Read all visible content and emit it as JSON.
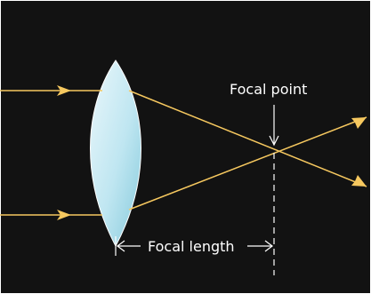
{
  "diagram": {
    "labels": {
      "focal_point": "Focal point",
      "focal_length": "Focal length"
    },
    "colors": {
      "background": "#121212",
      "ray": "#f6c85f",
      "lens_fill_light": "#e8f6fb",
      "lens_fill_dark": "#8fcfe0",
      "lens_edge": "#ffffff",
      "text": "#ffffff",
      "marker": "#ffffff"
    },
    "elements": [
      "converging-lens",
      "upper-incoming-ray",
      "lower-incoming-ray",
      "focal-point-arrow",
      "focal-plane-dashed-line",
      "focal-length-dimension"
    ]
  }
}
